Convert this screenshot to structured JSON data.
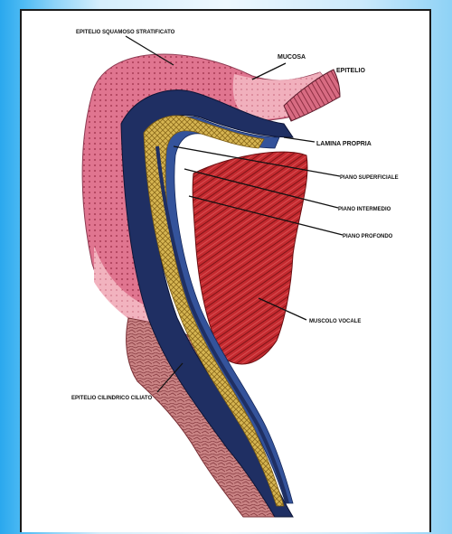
{
  "figure": {
    "labels": {
      "squamous_epithelium": "EPITELIO SQUAMOSO STRATIFICATO",
      "mucosa": "MUCOSA",
      "epitelio": "EPITELIO",
      "lamina_propria": "LAMINA PROPRIA",
      "superficial_layer": "PIANO SUPERFICIALE",
      "intermediate_layer": "PIANO INTERMEDIO",
      "deep_layer": "PIANO PROFONDO",
      "vocal_muscle": "MUSCOLO VOCALE",
      "ciliated_epithelium": "EPITELIO CILINDRICO CILIATO"
    },
    "colors": {
      "mucosa_pink": "#e27a93",
      "light_pink": "#f2b0bc",
      "navy_layer": "#1f2f63",
      "intermediate_blue": "#34539b",
      "superficial_yellow": "#d4b24a",
      "muscle_red": "#c2262c",
      "ciliated_pink": "#c98587",
      "frame_border": "#1b1b1b"
    }
  }
}
